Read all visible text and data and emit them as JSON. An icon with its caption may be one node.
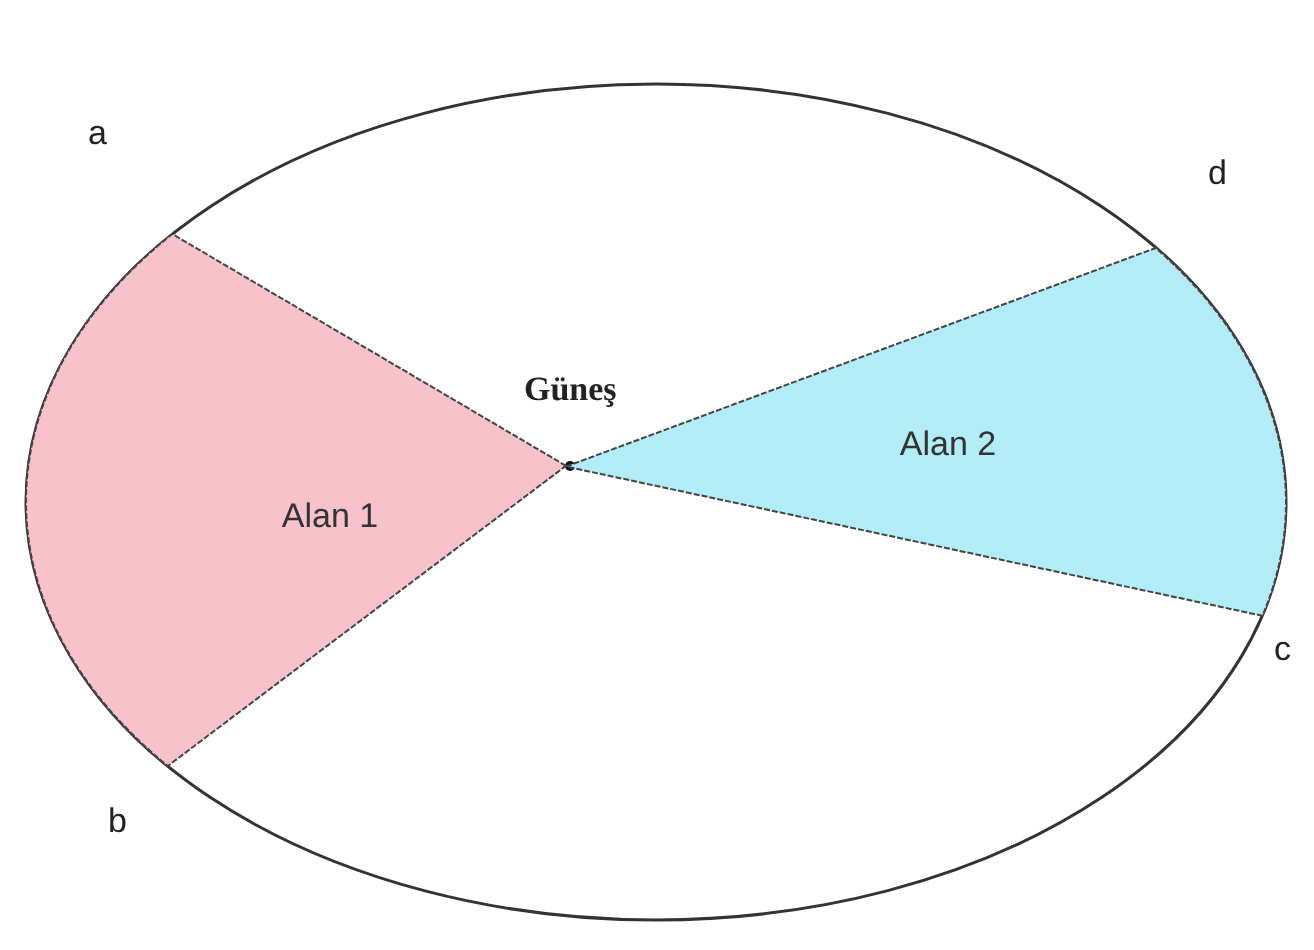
{
  "diagram": {
    "nodes": [
      {
        "text": [
          "Alan 1"
        ]
      },
      {
        "text": [
          "Alan 2"
        ]
      }
    ],
    "labels": [
      "a",
      "d",
      "Güneş",
      "c",
      "b"
    ]
  }
}
